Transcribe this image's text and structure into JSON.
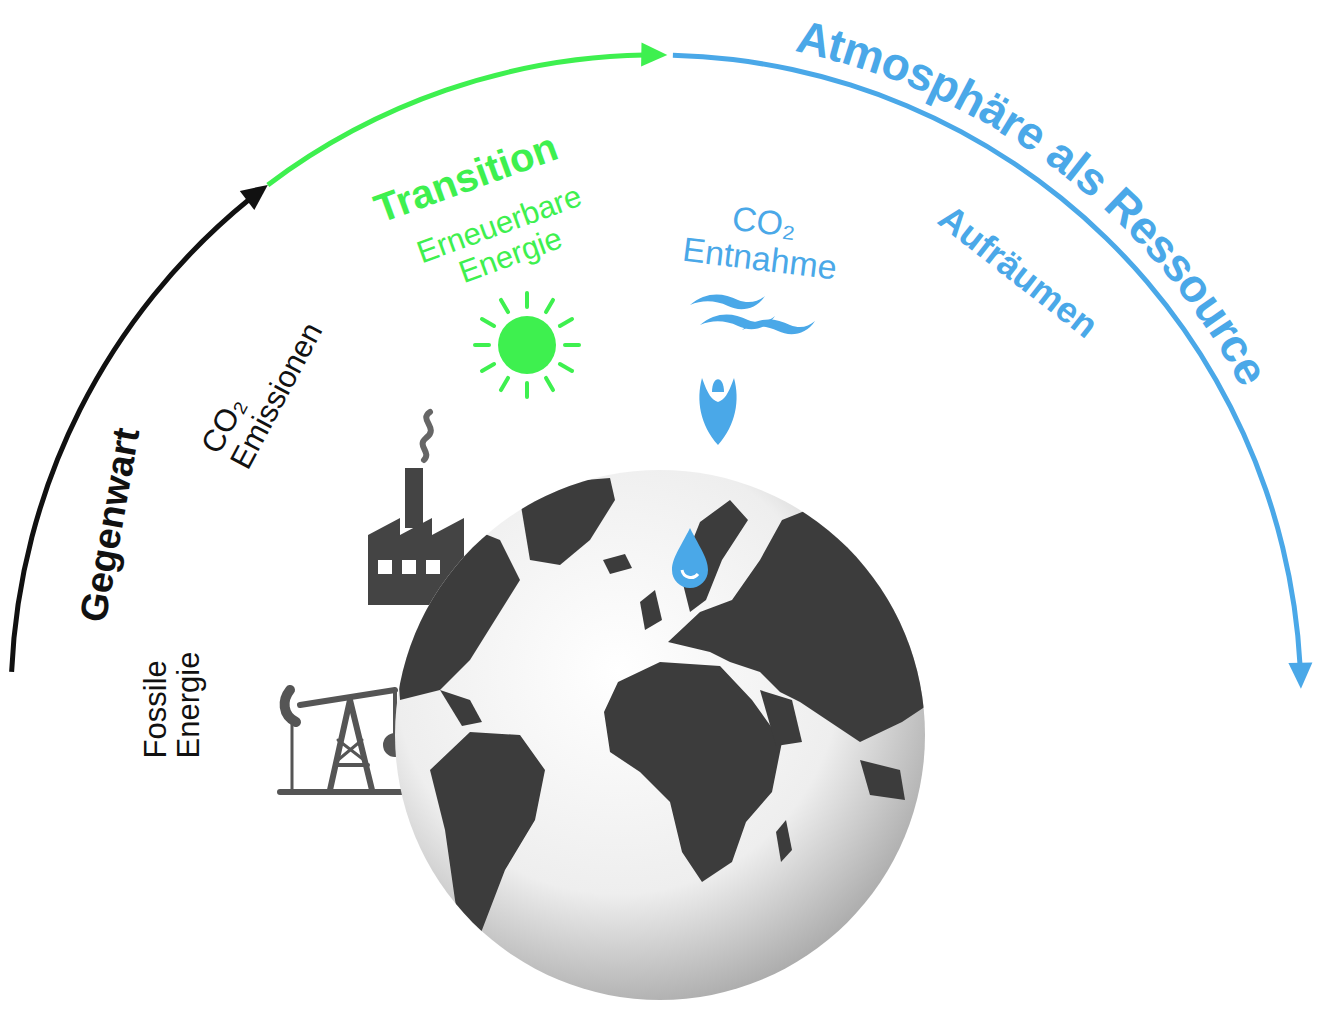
{
  "diagram": {
    "labels": [
      "Gegenwart",
      "CO₂ Emissionen",
      "Fossile Energie",
      "Transition",
      "Erneuerbare Energie",
      "CO₂ Entnahme",
      "Aufräumen",
      "Atmosphäre als Ressource"
    ]
  }
}
